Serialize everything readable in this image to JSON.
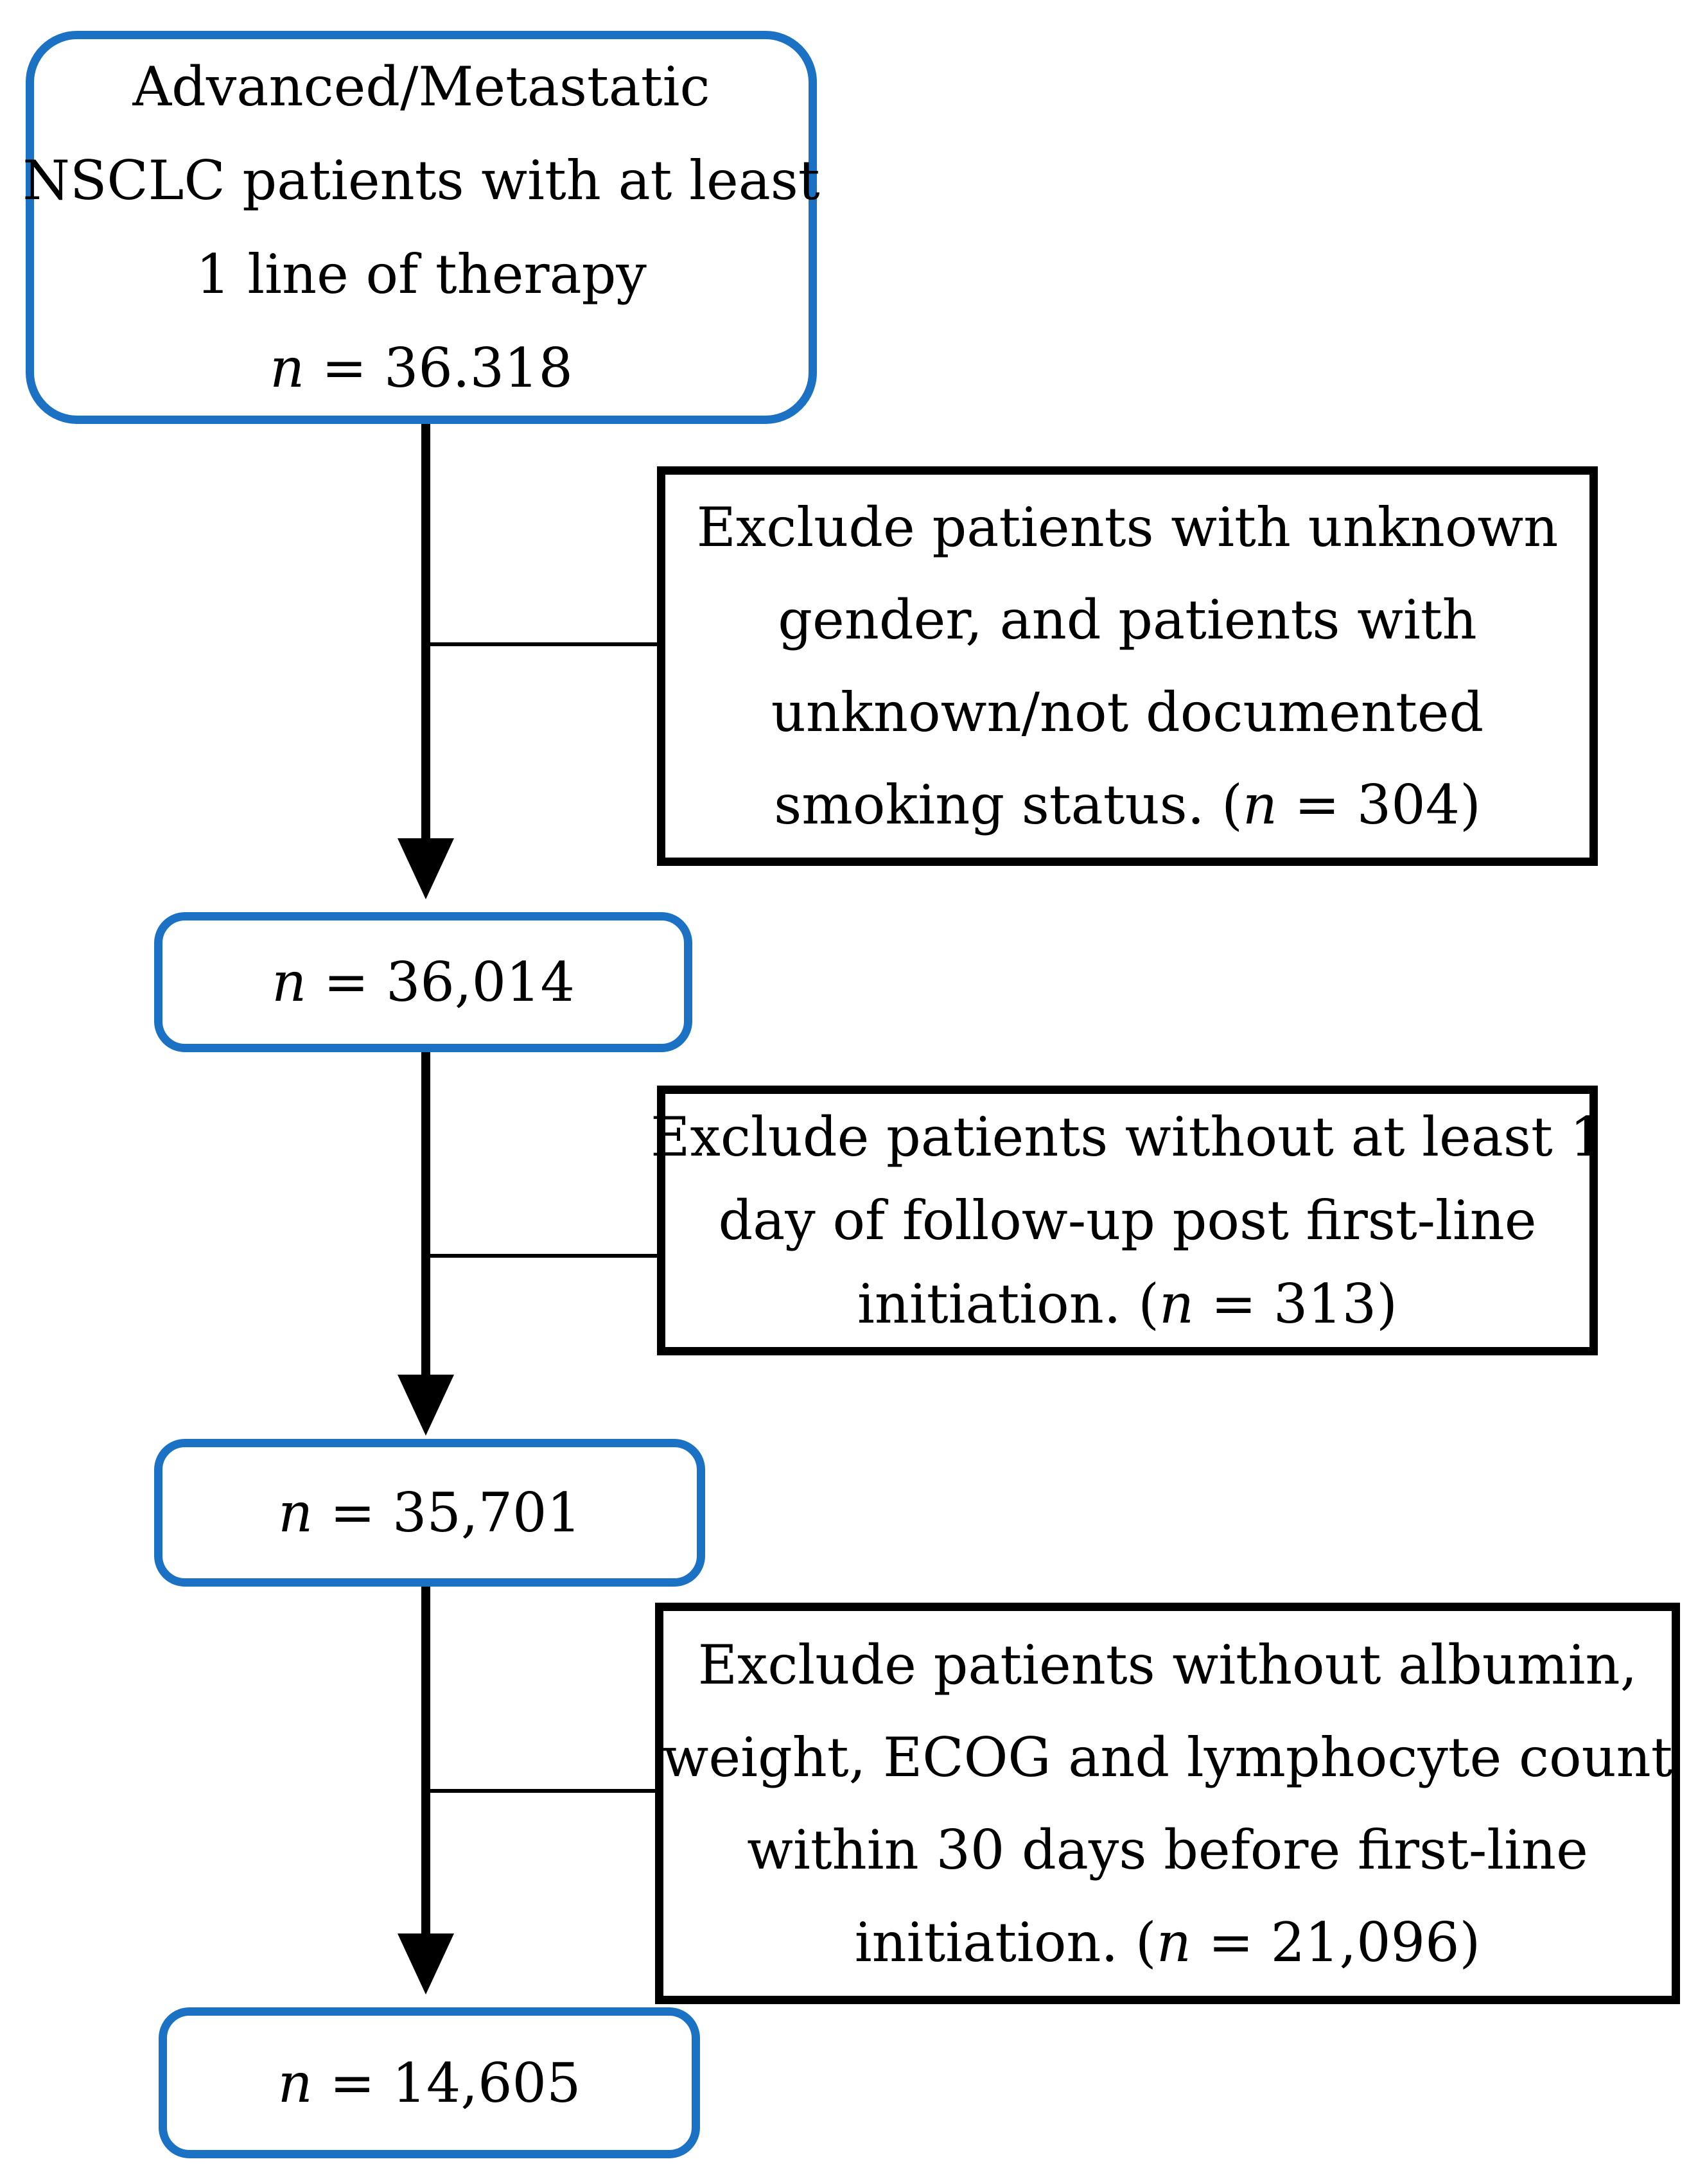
{
  "colors": {
    "accent_blue": "#1b71c3",
    "line_black": "#000000",
    "background": "#ffffff"
  },
  "figure": {
    "top_box": {
      "lines": [
        "Advanced/Metastatic",
        "NSCLC patients with at least",
        "1 line of therapy"
      ],
      "n": "n",
      "n_rest": " = 36.318"
    },
    "exclusions": [
      {
        "lines": [
          "Exclude patients with unknown",
          "gender, and patients with",
          "unknown/not documented"
        ],
        "last_pre": "smoking status. (",
        "n": "n",
        "last_tail": " = 304)"
      },
      {
        "lines": [
          "Exclude patients without at least 1",
          "day of follow-up post first-line"
        ],
        "last_pre": "initiation. (",
        "n": "n",
        "last_tail": " = 313)"
      },
      {
        "lines": [
          "Exclude patients without albumin,",
          "weight, ECOG and lymphocyte count",
          "within 30 days before first-line"
        ],
        "last_pre": "initiation. (",
        "n": "n",
        "last_tail": " = 21,096)"
      }
    ],
    "count_boxes": [
      {
        "n": "n",
        "rest": " = 36,014"
      },
      {
        "n": "n",
        "rest": " = 35,701"
      },
      {
        "n": "n",
        "rest": " = 14,605"
      }
    ]
  }
}
